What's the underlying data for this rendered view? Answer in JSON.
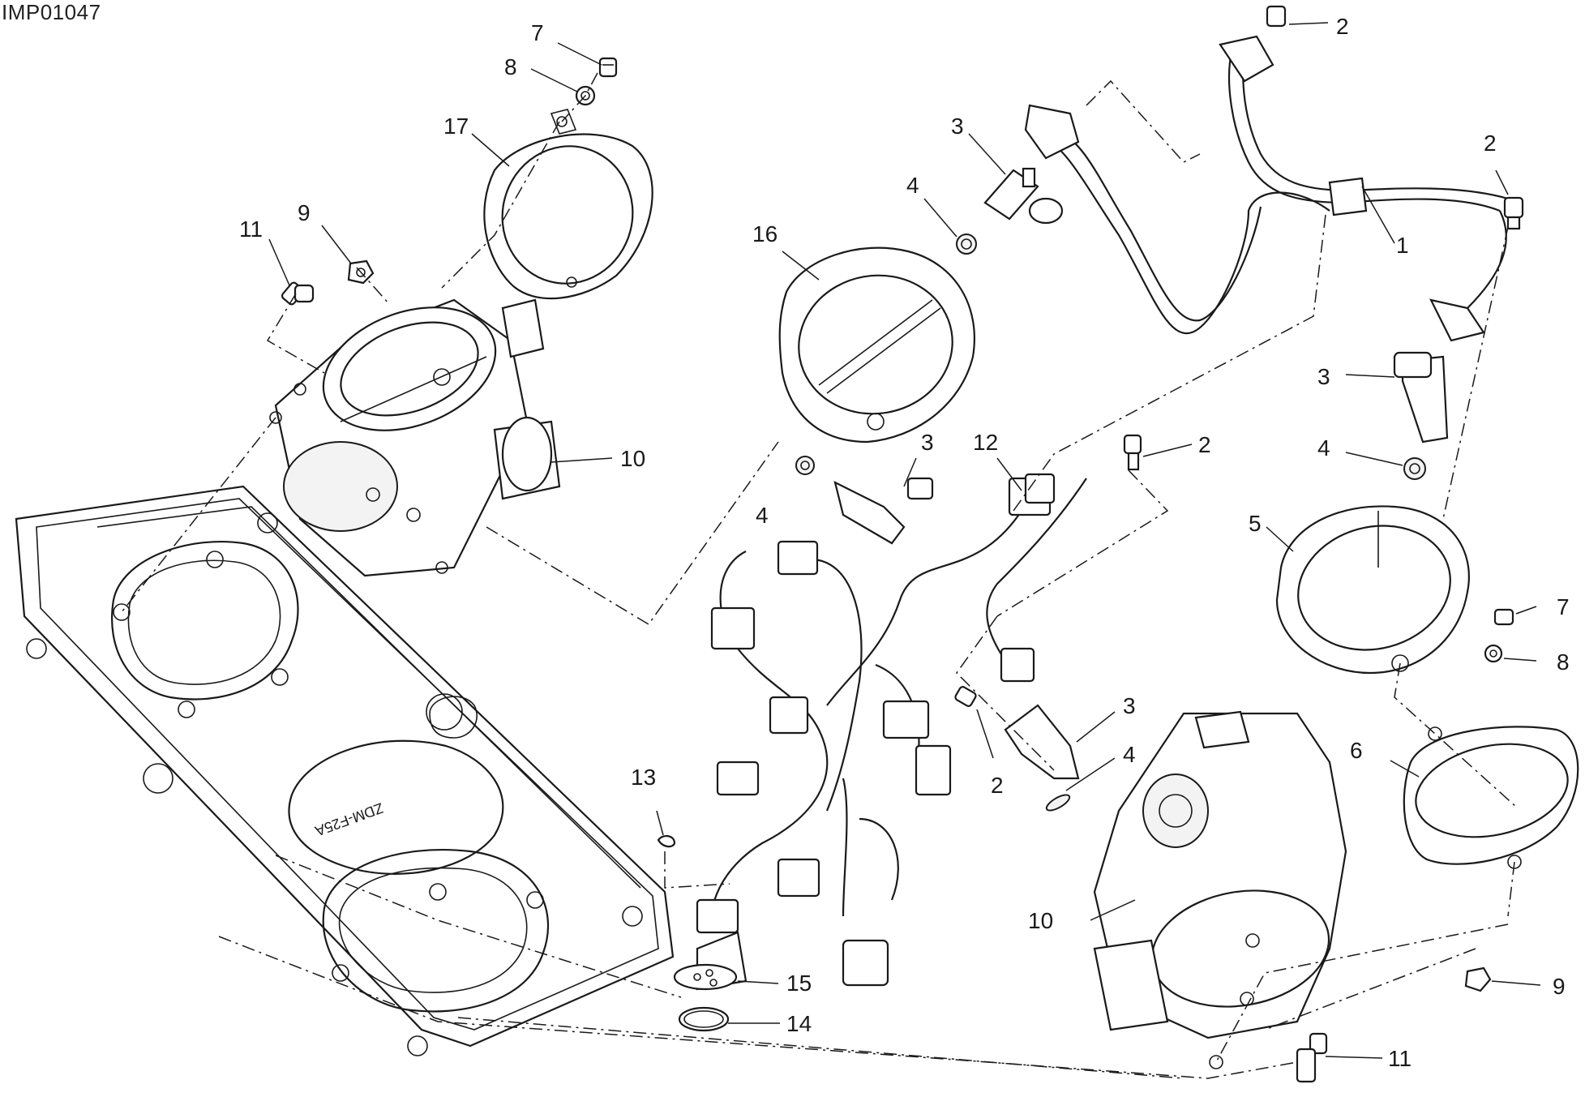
{
  "document": {
    "code": "IMP01047"
  },
  "callouts": [
    {
      "id": "c7a",
      "label": "7"
    },
    {
      "id": "c8a",
      "label": "8"
    },
    {
      "id": "c17",
      "label": "17"
    },
    {
      "id": "c9a",
      "label": "9"
    },
    {
      "id": "c11a",
      "label": "11"
    },
    {
      "id": "c10a",
      "label": "10"
    },
    {
      "id": "c3a",
      "label": "3"
    },
    {
      "id": "c4a",
      "label": "4"
    },
    {
      "id": "c16",
      "label": "16"
    },
    {
      "id": "c2a",
      "label": "2"
    },
    {
      "id": "c2b",
      "label": "2"
    },
    {
      "id": "c1",
      "label": "1"
    },
    {
      "id": "c3b",
      "label": "3"
    },
    {
      "id": "c4b",
      "label": "4"
    },
    {
      "id": "c5",
      "label": "5"
    },
    {
      "id": "c7b",
      "label": "7"
    },
    {
      "id": "c8b",
      "label": "8"
    },
    {
      "id": "c6",
      "label": "6"
    },
    {
      "id": "c9b",
      "label": "9"
    },
    {
      "id": "c11b",
      "label": "11"
    },
    {
      "id": "c10b",
      "label": "10"
    },
    {
      "id": "c3c",
      "label": "3"
    },
    {
      "id": "c4c",
      "label": "4"
    },
    {
      "id": "c12",
      "label": "12"
    },
    {
      "id": "c2c",
      "label": "2"
    },
    {
      "id": "c2d",
      "label": "2"
    },
    {
      "id": "c3d",
      "label": "3"
    },
    {
      "id": "c4d",
      "label": "4"
    },
    {
      "id": "c13",
      "label": "13"
    },
    {
      "id": "c15",
      "label": "15"
    },
    {
      "id": "c14",
      "label": "14"
    }
  ],
  "stamp": {
    "text": "ZDM-F25A"
  }
}
